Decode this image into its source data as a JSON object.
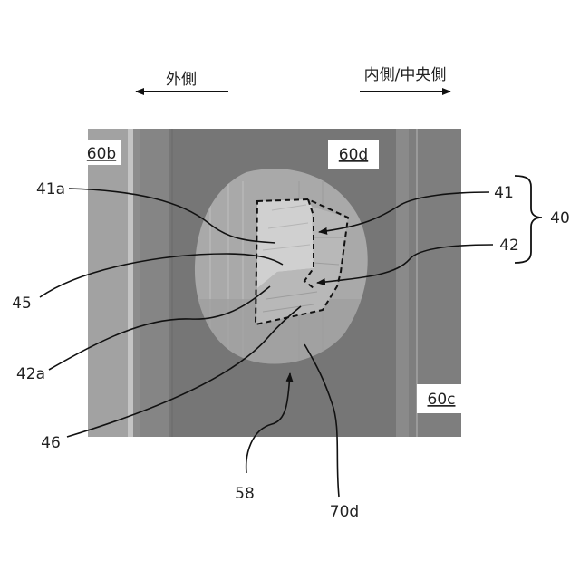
{
  "directions": {
    "outer": "外側",
    "inner_center": "内側/中央側"
  },
  "region_tags": {
    "r60b": "60b",
    "r60d": "60d",
    "r60c": "60c"
  },
  "labels": {
    "l41a": "41a",
    "l45": "45",
    "l42a": "42a",
    "l46": "46",
    "l58": "58",
    "l70d": "70d",
    "l41": "41",
    "l42": "42",
    "l40": "40"
  },
  "colors": {
    "panel": "#7a7a7a",
    "panel_light": "#9a9a9a",
    "spot": "#a8a8a8",
    "region41": "#c8c8c8",
    "line": "#111111"
  }
}
